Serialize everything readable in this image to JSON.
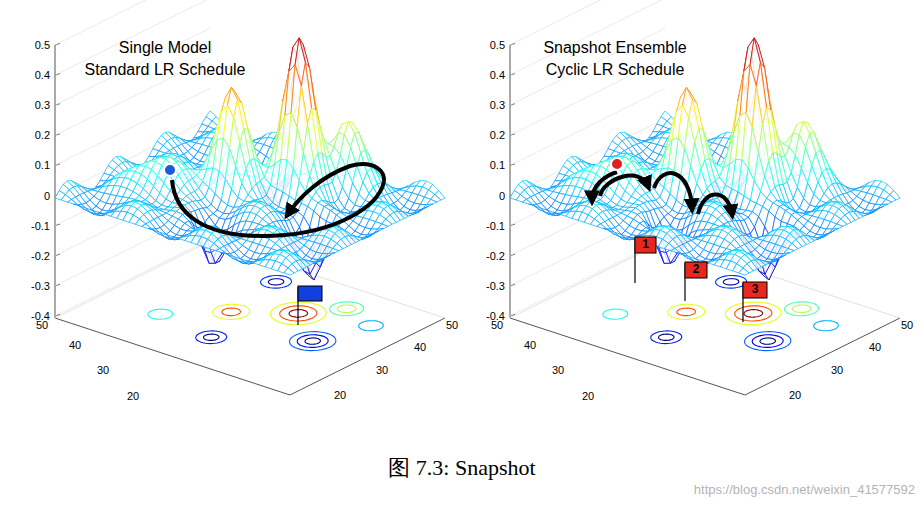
{
  "diagram": {
    "caption": "图 7.3: Snapshot",
    "labels": [
      "Single Model",
      "Standard LR Schedule",
      "Snapshot Ensemble",
      "Cyclic LR Schedule",
      "0.5",
      "0.4",
      "0.3",
      "0.2",
      "0.1",
      "0",
      "-0.1",
      "-0.2",
      "-0.3",
      "-0.4",
      "50",
      "40",
      "30",
      "20",
      "20",
      "30",
      "40",
      "50",
      "0.5",
      "0.4",
      "0.3",
      "0.2",
      "0.1",
      "0",
      "-0.1",
      "-0.2",
      "-0.3",
      "-0.4",
      "50",
      "40",
      "30",
      "20",
      "20",
      "30",
      "40",
      "50",
      "1",
      "2",
      "3",
      "https://blog.csdn.net/weixin_41577592"
    ]
  }
}
